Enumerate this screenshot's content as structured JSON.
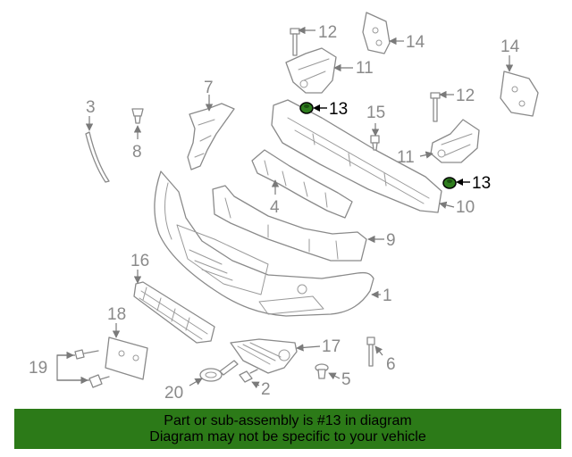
{
  "callouts": {
    "c1": "1",
    "c2": "2",
    "c3": "3",
    "c4": "4",
    "c5": "5",
    "c6": "6",
    "c7": "7",
    "c8": "8",
    "c9": "9",
    "c10": "10",
    "c11a": "11",
    "c11b": "11",
    "c12a": "12",
    "c12b": "12",
    "c13a": "13",
    "c13b": "13",
    "c14a": "14",
    "c14b": "14",
    "c15": "15",
    "c16": "16",
    "c17": "17",
    "c18": "18",
    "c19": "19",
    "c20": "20"
  },
  "highlight": {
    "part_number": "13",
    "color": "#2c7a18"
  },
  "banner": {
    "line1": "Part or sub-assembly is #13 in diagram",
    "line2": "Diagram may not be specific to your vehicle"
  }
}
